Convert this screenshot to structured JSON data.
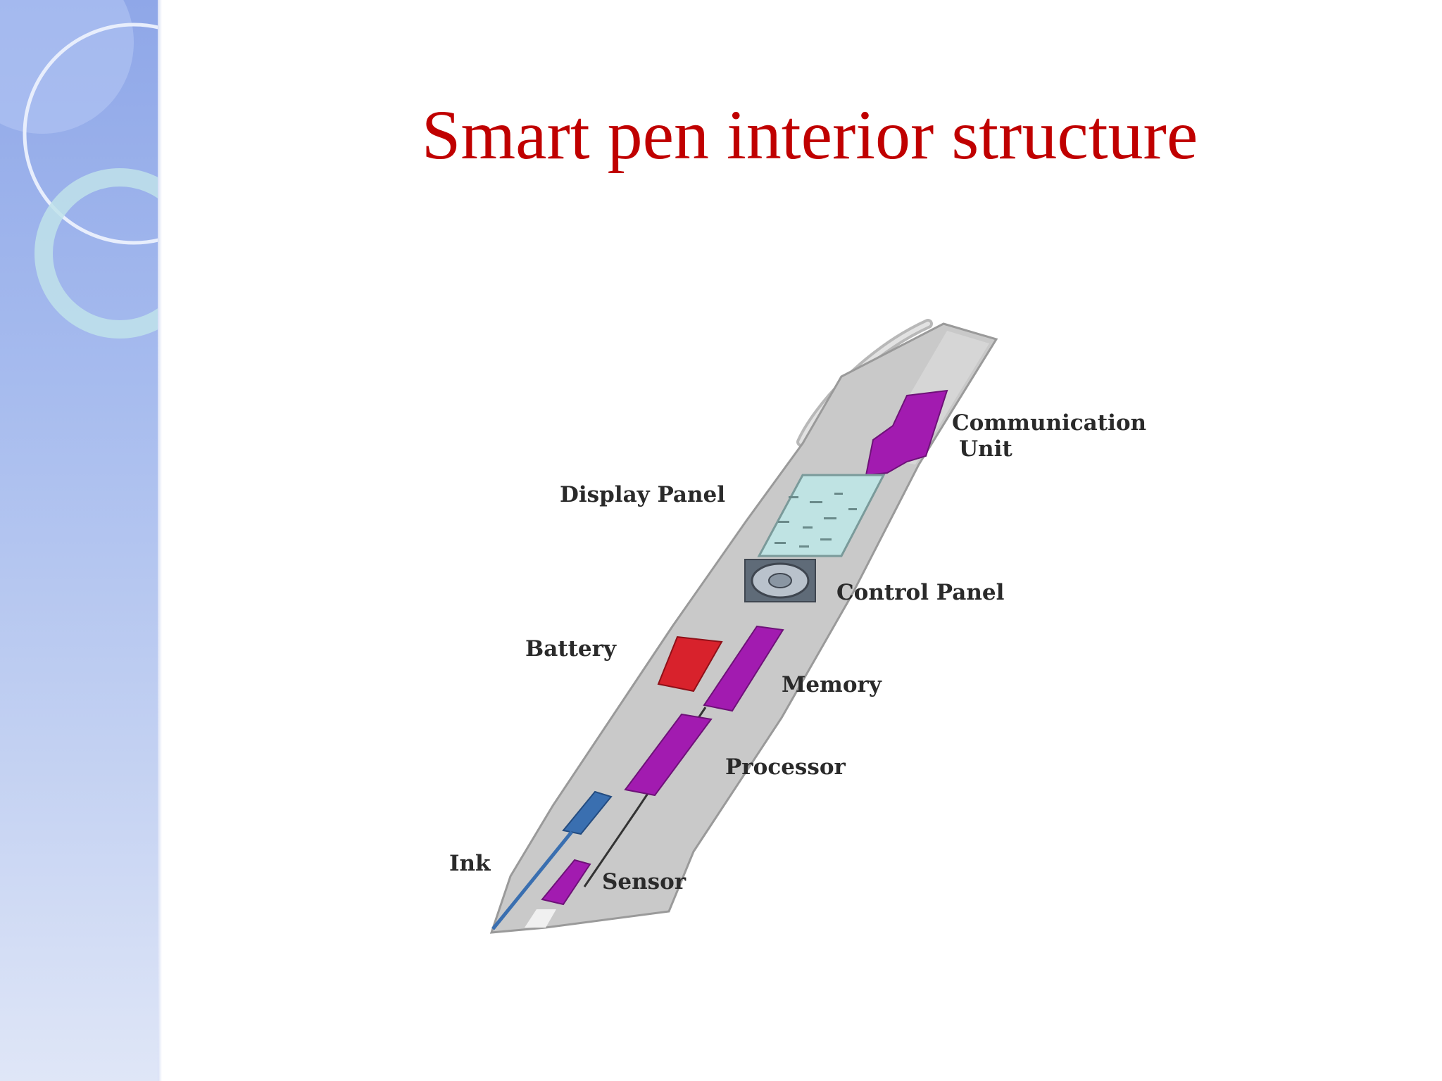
{
  "slide": {
    "title": "Smart pen interior structure"
  },
  "diagram": {
    "labels": {
      "communication": "Communication",
      "communication_2": "Unit",
      "display": "Display Panel",
      "control": "Control Panel",
      "battery": "Battery",
      "memory": "Memory",
      "processor": "Processor",
      "ink": "Ink",
      "sensor": "Sensor"
    }
  },
  "colors": {
    "title": "#c00000",
    "sidebar_top": "#8fa7e8",
    "sidebar_bottom": "#dfe6f7",
    "pen_body": "#c9c9c9",
    "component_purple": "#a21bb0",
    "battery_red": "#d8222c",
    "ink_blue": "#3a6fb0",
    "display_teal": "#bfe3e3"
  }
}
